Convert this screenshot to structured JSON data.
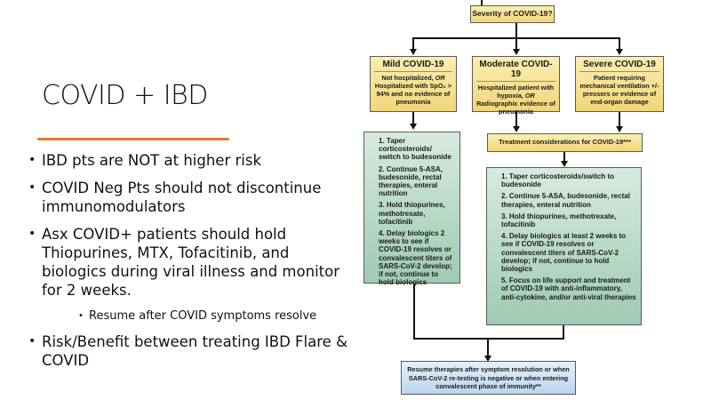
{
  "slide": {
    "title": "COVID + IBD",
    "accent_color": "#e8792d",
    "bullets": [
      {
        "text": "IBD pts are NOT at higher risk"
      },
      {
        "text": "COVID Neg Pts should not discontinue immunomodulators"
      },
      {
        "text": "Asx COVID+ patients should hold Thiopurines, MTX, Tofacitinib, and biologics during viral illness and monitor for 2 weeks.",
        "sub": "Resume after COVID symptoms resolve"
      },
      {
        "text": "Risk/Benefit between treating IBD Flare & COVID"
      }
    ]
  },
  "flowchart": {
    "root": "Severity of COVID-19?",
    "severity": [
      {
        "title": "Mild COVID-19",
        "line1": "Not hospitalized,",
        "or": "OR",
        "rest": "Hospitalized with SpO₂ > 94% and no evidence of pneumonia"
      },
      {
        "title": "Moderate COVID-19",
        "line1": "Hospitalized patient with hypoxia,",
        "or": "OR",
        "rest": "Radiographic evidence of pneumonia"
      },
      {
        "title": "Severe COVID-19",
        "line1": "Patient requiring mechanical ventilation +/- pressors or evidence of end-organ damage",
        "or": "",
        "rest": ""
      }
    ],
    "mild_steps": [
      "1. Taper corticosteroids/ switch to budesonide",
      "2. Continue 5-ASA, budesonide, rectal therapies, enteral nutrition",
      "3. Hold thiopurines, methotrexate, tofacitinib",
      "4. Delay biologics 2 weeks to see if COVID-19 resolves or convalescent titers of SARS-CoV-2 develop; if not, continue to hold biologics"
    ],
    "treatment_considerations": "Treatment considerations for COVID-19***",
    "mod_severe_steps": [
      "1. Taper corticosteroids/switch to budesonide",
      "2. Continue 5-ASA, budesonide, rectal therapies, enteral nutrition",
      "3. Hold thiopurines, methotrexate, tofacitinib",
      "4. Delay biologics at least 2 weeks to see if COVID-19 resolves or convalescent titers of SARS-CoV-2 develop; if not, continue to hold biologics",
      "5. Focus on life support and treatment of COVID-19 with anti-inflammatory, anti-cytokine, and/or anti-viral therapies"
    ],
    "resume": "Resume therapies after symptom resolution or when SARS-CoV-2 re-testing is negative or when entering convalescent phase of immunity**"
  }
}
